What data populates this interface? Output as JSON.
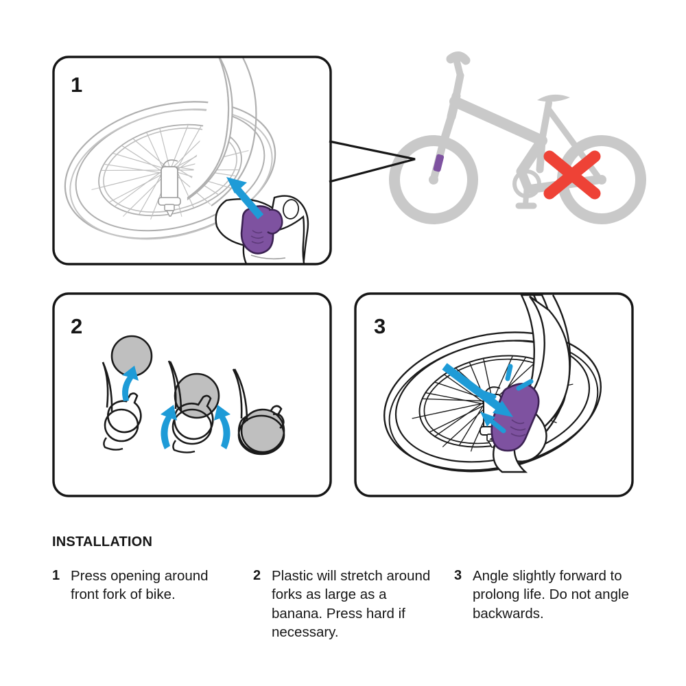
{
  "document": {
    "type": "product-installation-instructions",
    "subject": "bike fork accessory clip"
  },
  "panels": [
    {
      "id": "panel-1",
      "number": "1",
      "scene": "hand pressing purple clip onto front fork of bicycle wheel",
      "has_callout": true
    },
    {
      "id": "panel-2",
      "number": "2",
      "scene": "three stages of plastic ring stretching around a round fork tube"
    },
    {
      "id": "panel-3",
      "number": "3",
      "scene": "purple clip installed on fork angled slightly forward"
    }
  ],
  "callout": {
    "name": "bike-overview-callout",
    "description": "gray bicycle silhouette showing correct front-fork mounting location and incorrect rear location",
    "correct_marker": "purple clip on front fork",
    "incorrect_marker": "red X over rear wheel"
  },
  "captions": {
    "title": "INSTALLATION",
    "items": [
      {
        "index": "1",
        "text": "Press opening around front fork of bike."
      },
      {
        "index": "2",
        "text": "Plastic will stretch around forks as large as a banana. Press hard if necessary."
      },
      {
        "index": "3",
        "text": "Angle slightly forward to prolong life. Do not angle backwards."
      }
    ]
  },
  "colors": {
    "background": "#ffffff",
    "ink": "#161616",
    "panel_border": "#161616",
    "accent_purple": "#7E52A0",
    "accent_purple_dark": "#5E3A7A",
    "accent_blue": "#1E9BD7",
    "warning_red": "#EE4236",
    "silhouette_gray": "#C9C9C9",
    "fill_gray": "#BFBFBF",
    "line_gray": "#B4B4B4"
  }
}
